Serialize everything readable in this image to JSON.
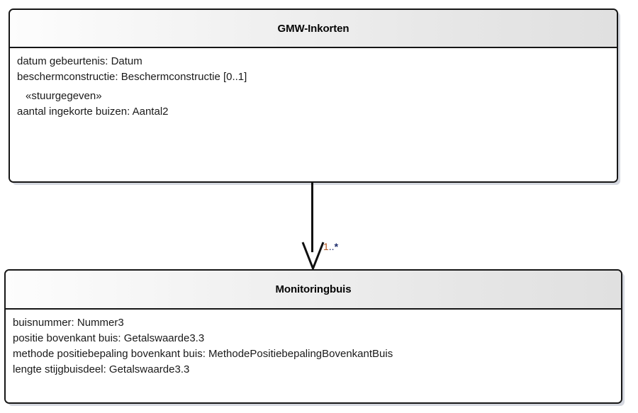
{
  "diagram": {
    "type": "uml-class-diagram",
    "background_color": "#ffffff",
    "border_color": "#161616",
    "header_fill": "#e9e9e9",
    "body_fill": "#ffffff",
    "text_color": "#1a1a1a"
  },
  "classes": [
    {
      "name": "GMW-Inkorten",
      "attributes": [
        {
          "text": "datum gebeurtenis: Datum",
          "kind": "attribute"
        },
        {
          "text": "beschermconstructie: Beschermconstructie [0..1]",
          "kind": "attribute"
        },
        {
          "text": "«stuurgegeven»",
          "kind": "stereotype"
        },
        {
          "text": "aantal ingekorte buizen: Aantal2",
          "kind": "attribute"
        }
      ]
    },
    {
      "name": "Monitoringbuis",
      "attributes": [
        {
          "text": "buisnummer: Nummer3",
          "kind": "attribute"
        },
        {
          "text": "positie bovenkant buis: Getalswaarde3.3",
          "kind": "attribute"
        },
        {
          "text": "methode positiebepaling bovenkant buis: MethodePositiebepalingBovenkantBuis",
          "kind": "attribute"
        },
        {
          "text": "lengte stijgbuisdeel: Getalswaarde3.3",
          "kind": "attribute"
        }
      ]
    }
  ],
  "association": {
    "source": "GMW-Inkorten",
    "target": "Monitoringbuis",
    "arrow_style": "open-arrowhead",
    "multiplicity": {
      "full": "1..*",
      "lower": "1",
      "separator": "..",
      "upper": "*",
      "lower_color": "#b3541e",
      "upper_color": "#1b2b6b"
    }
  }
}
